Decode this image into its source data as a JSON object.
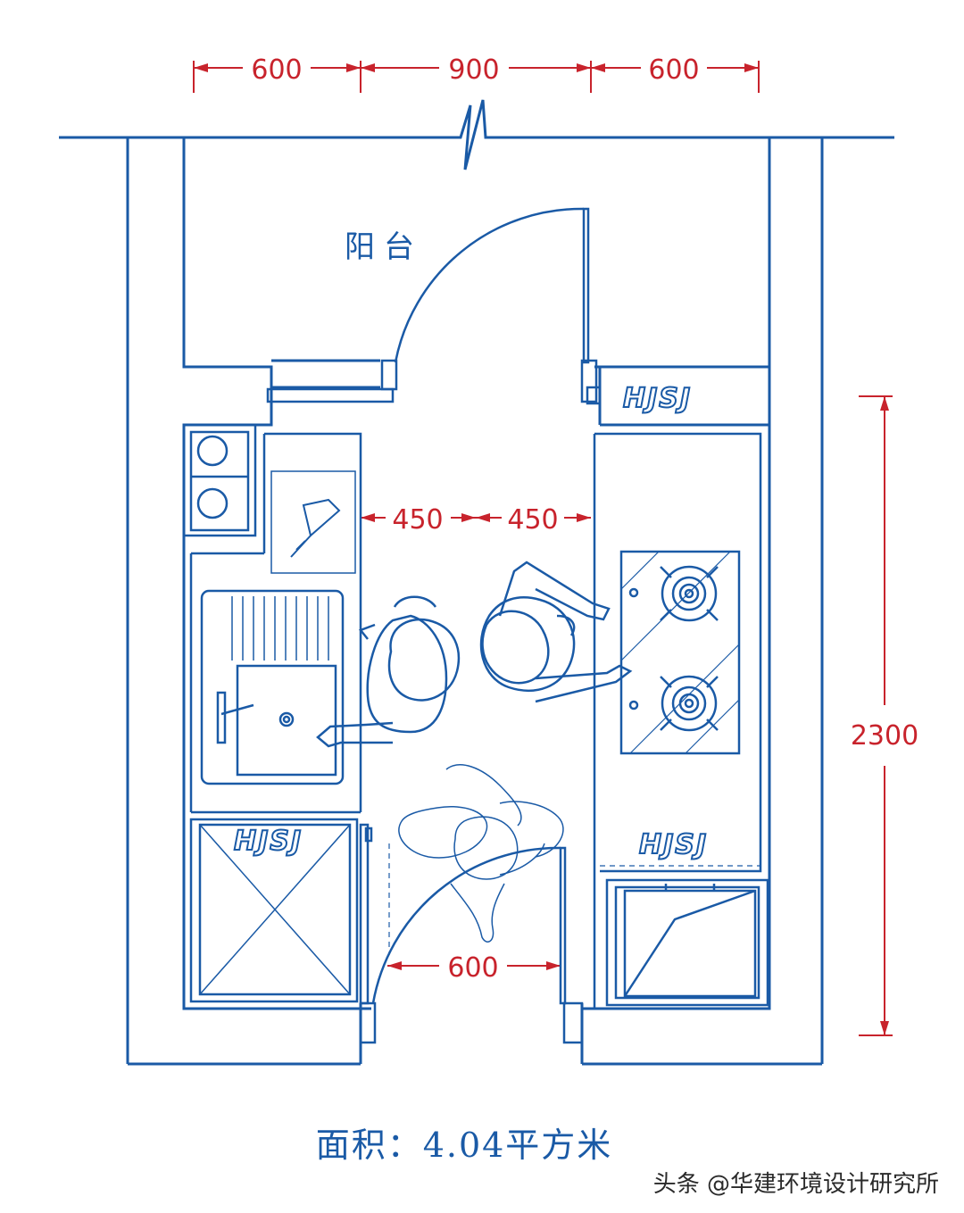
{
  "dimensions": {
    "top_left": "600",
    "top_middle": "900",
    "top_right": "600",
    "inner_left": "450",
    "inner_right": "450",
    "bottom_door": "600",
    "right_height": "2300"
  },
  "room_label": "阳台",
  "logo": "HJSJ",
  "area_label": "面积：4.04平方米",
  "watermark": "头条 @华建环境设计研究所",
  "colors": {
    "plan_line": "#1a5aa6",
    "dimension": "#c8232c",
    "text_dark": "#2a2a2a"
  }
}
